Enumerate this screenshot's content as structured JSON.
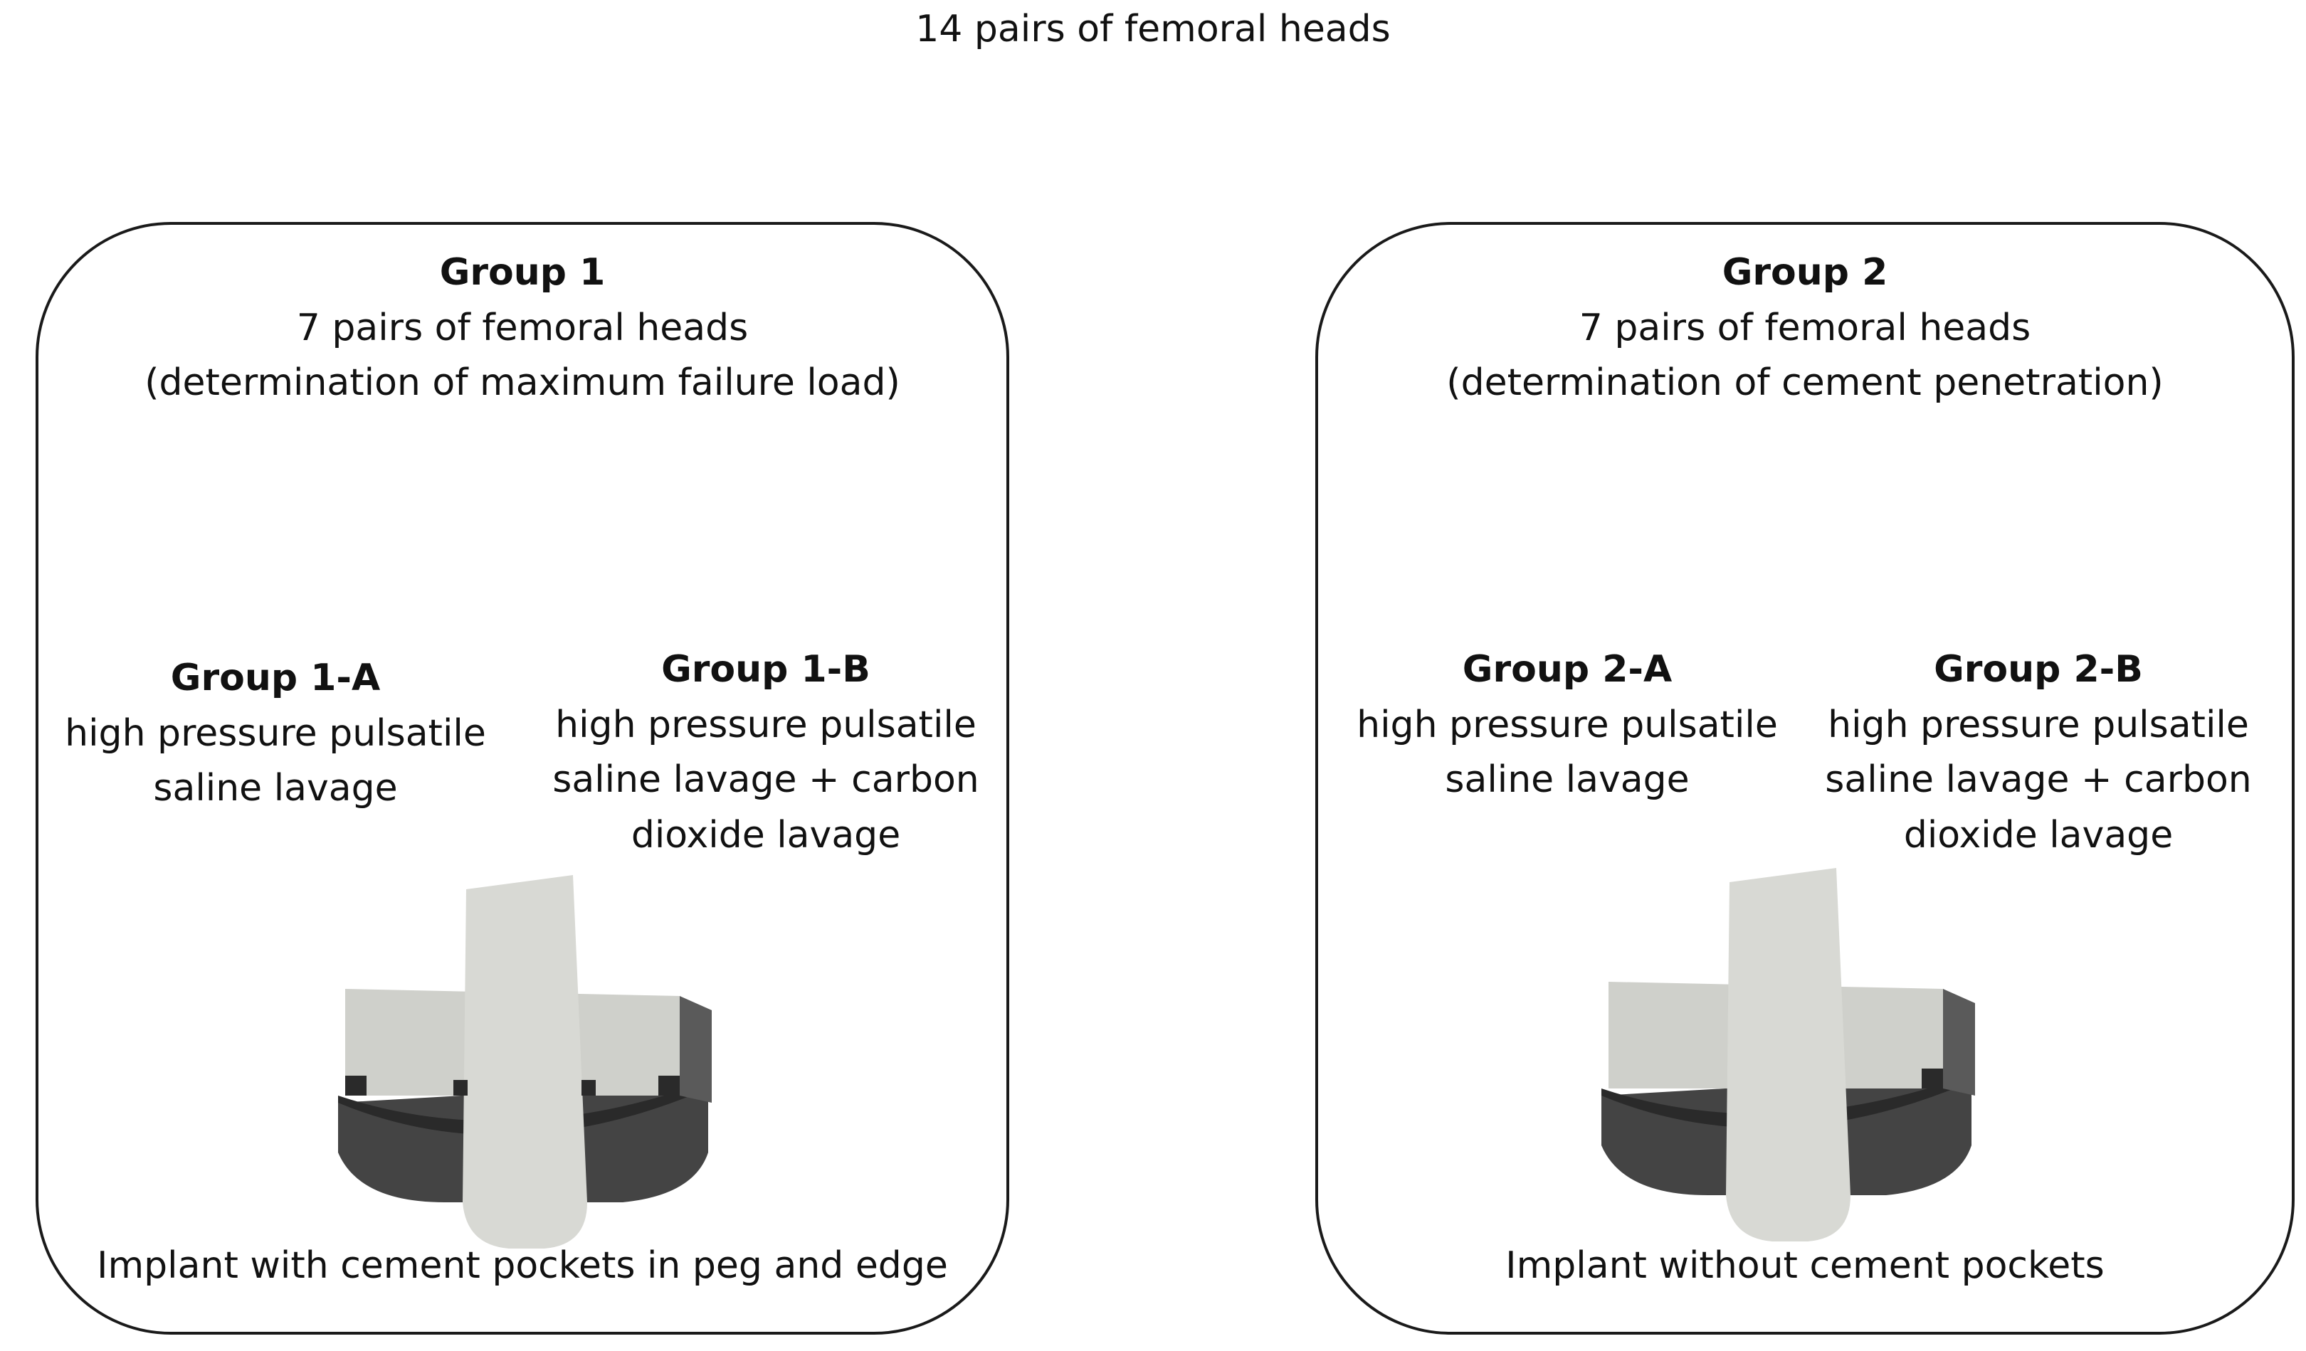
{
  "title": "14 pairs of femoral heads",
  "colors": {
    "stroke": "#1a1a1a",
    "arrow": "#000000",
    "implant_light": "#d2d3ce",
    "implant_dark": "#4a4a4a"
  },
  "groups": [
    {
      "title": "Group 1",
      "line1": "7 pairs of femoral heads",
      "line2": "(determination of maximum failure load)",
      "sub_a": {
        "title": "Group 1-A",
        "line1": "high pressure pulsatile",
        "line2": "saline lavage"
      },
      "sub_b": {
        "title": "Group 1-B",
        "line1": "high pressure pulsatile",
        "line2": "saline lavage + carbon",
        "line3": "dioxide lavage"
      },
      "caption": "Implant with cement pockets in peg and edge",
      "implant_icon": "implant-with-pockets"
    },
    {
      "title": "Group 2",
      "line1": "7 pairs of femoral heads",
      "line2": "(determination of cement penetration)",
      "sub_a": {
        "title": "Group 2-A",
        "line1": "high pressure pulsatile",
        "line2": "saline lavage"
      },
      "sub_b": {
        "title": "Group 2-B",
        "line1": "high pressure pulsatile",
        "line2": "saline lavage + carbon",
        "line3": "dioxide lavage"
      },
      "caption": "Implant without cement pockets",
      "implant_icon": "implant-without-pockets"
    }
  ]
}
